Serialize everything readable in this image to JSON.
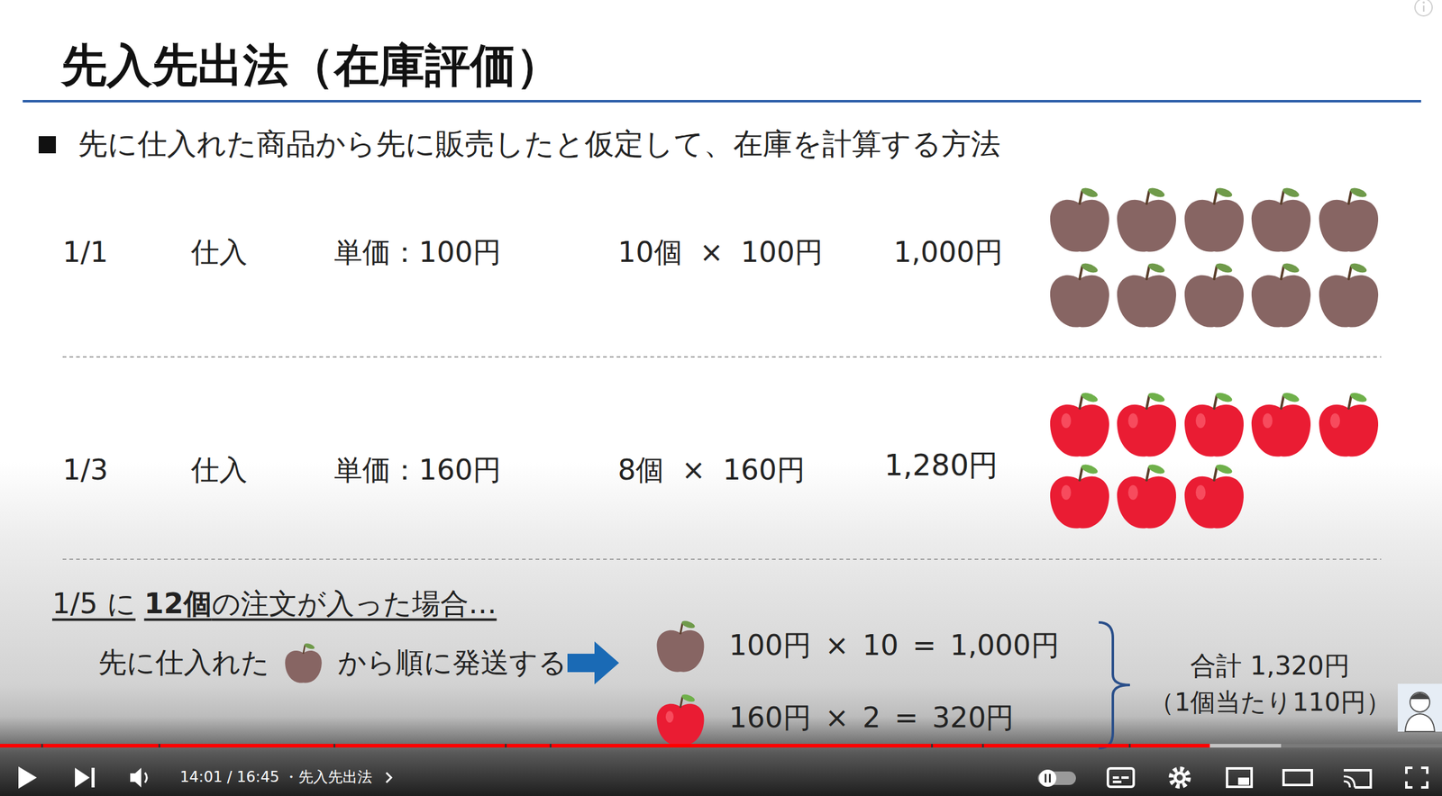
{
  "diagram": {
    "title": "先入先出法（在庫評価）",
    "labels": [
      "先に仕入れた商品から先に販売したと仮定して、在庫を計算する方法",
      "1/1",
      "仕入",
      "単価：100円",
      "10個 × 100円",
      "1,000円",
      "1/3",
      "仕入",
      "単価：160円",
      "8個 × 160円",
      "1,280円",
      "1/5 に",
      "12個",
      "の注文が入った場合…",
      "先に仕入れた",
      "から順に発送する",
      "100円 × 10 = 1,000円",
      "160円 × 2 = 320円",
      "合計 1,320円",
      "（1個当たり110円）",
      "14:01 / 16:45 ・先入先出法"
    ]
  }
}
